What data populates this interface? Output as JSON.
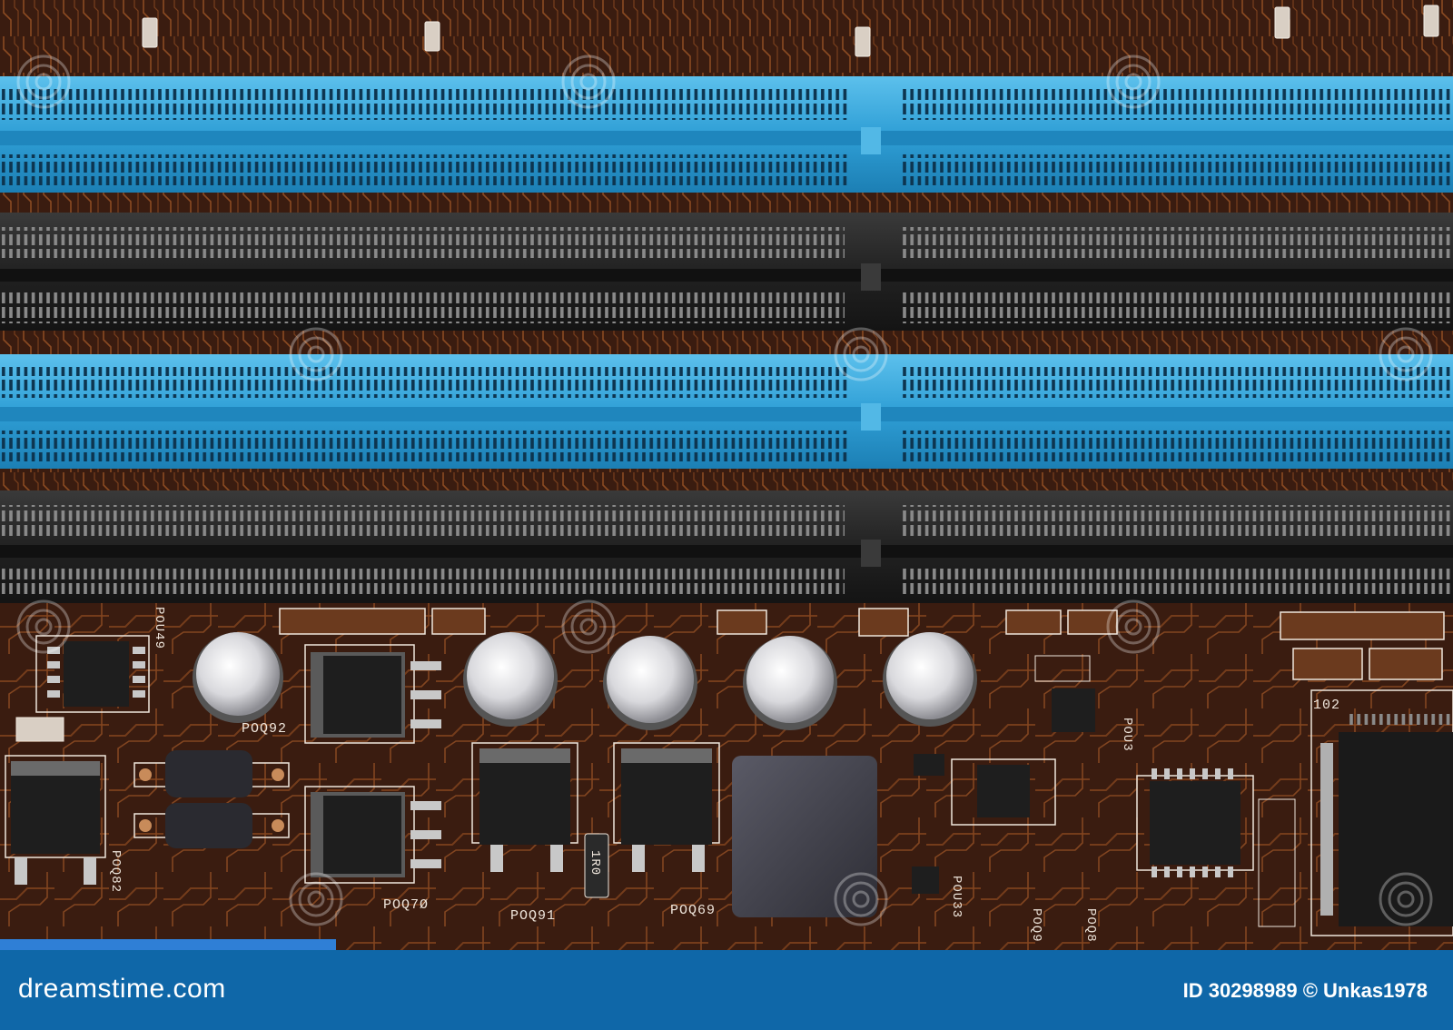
{
  "image": {
    "subject": "motherboard-ram-slots-closeup",
    "palette": {
      "pcb": "#3a1c10",
      "trace": "#8a4a22",
      "slot_blue": "#2f9fd6",
      "slot_black": "#262626",
      "silkscreen": "#efe6dc",
      "footer": "#0f67a8"
    },
    "slots": [
      {
        "color": "blue"
      },
      {
        "color": "black"
      },
      {
        "color": "blue"
      },
      {
        "color": "black"
      }
    ]
  },
  "silkscreen_labels": {
    "pou49": "POU49",
    "poq92": "POQ92",
    "poq82": "POQ82",
    "poq70": "POQ7Ø",
    "poq91": "POQ91",
    "poq69": "POQ69",
    "pou3": "POU3",
    "pou33": "POU33",
    "poq9": "POQ9",
    "poq8": "POQ8",
    "r102": "102",
    "r1r0": "1R0"
  },
  "footer": {
    "logo_text": "dreamstime.com",
    "id_text": "ID 30298989 © Unkas1978"
  }
}
